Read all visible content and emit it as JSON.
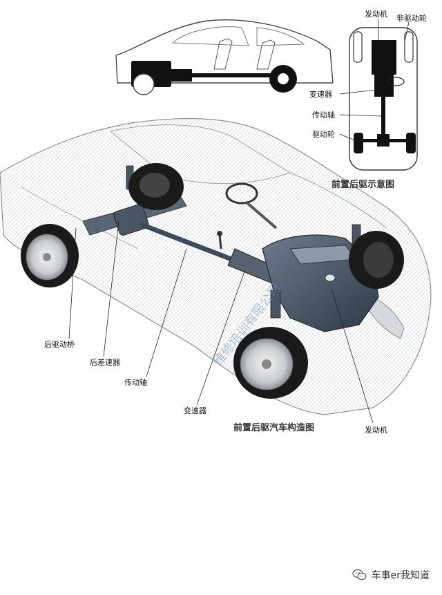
{
  "schematic": {
    "labels": {
      "engine": "发动机",
      "non_drive_wheel": "非驱动轮",
      "transmission": "变速器",
      "drive_shaft": "传动轴",
      "drive_wheel": "驱动轮"
    },
    "caption": "前置后驱示意图"
  },
  "cutaway": {
    "labels": {
      "rear_axle": "后驱动桥",
      "rear_differential": "后差速器",
      "drive_shaft": "传动轴",
      "transmission": "变速器",
      "engine": "发动机"
    },
    "caption": "前置后驱汽车构造图"
  },
  "footer": {
    "icon": "wechat-icon",
    "text": "车事er我知道"
  },
  "colors": {
    "wireframe": "#9aa0a6",
    "mechanical": "#3b4a5c",
    "tire": "#1a1a1a",
    "schematic_block": "#111111"
  }
}
